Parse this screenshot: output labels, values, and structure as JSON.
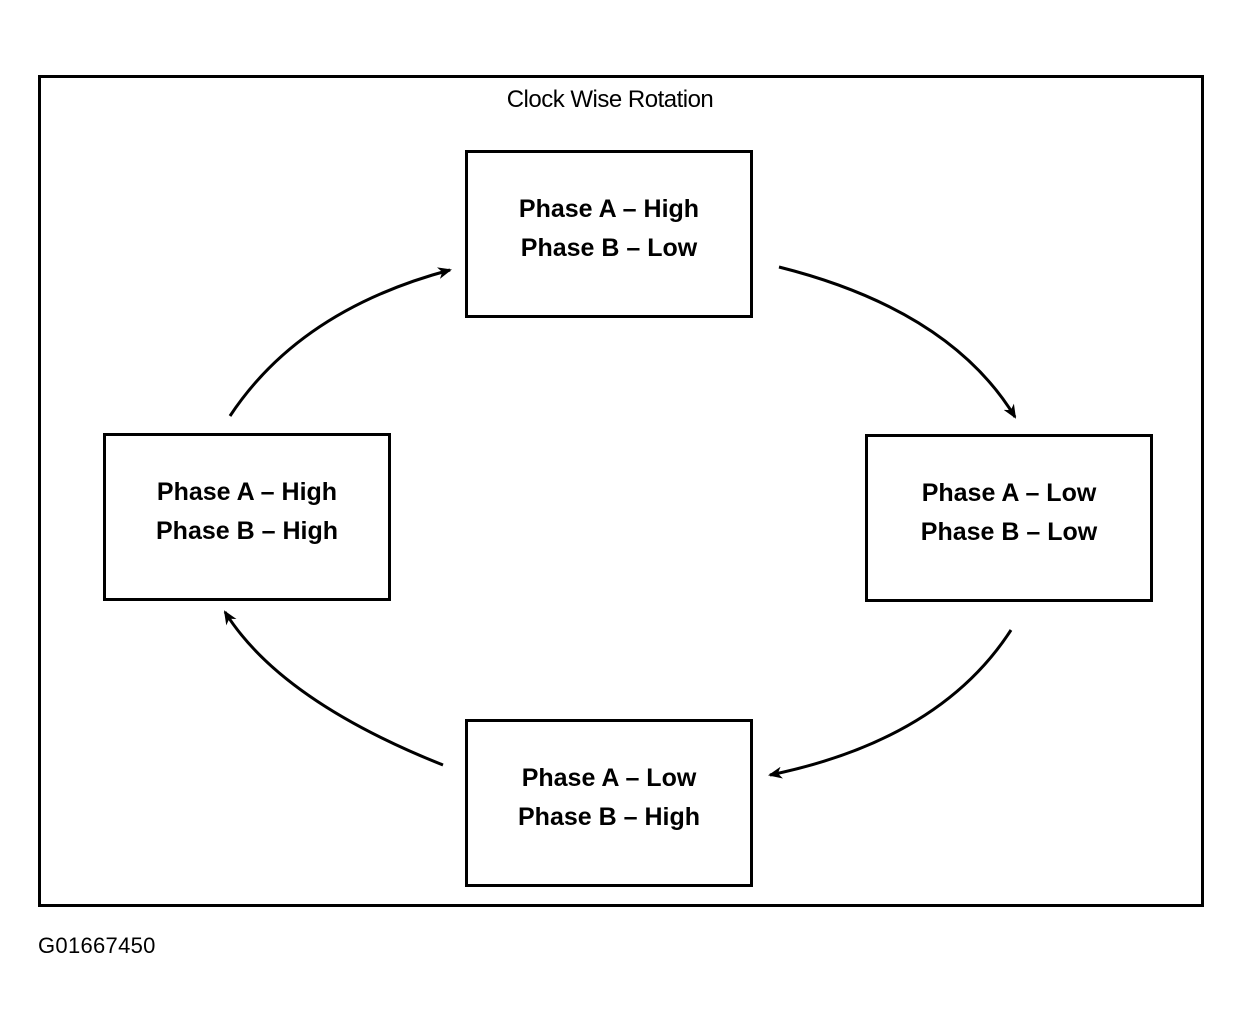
{
  "diagram": {
    "title": "Clock Wise Rotation",
    "states": {
      "top": {
        "line1": "Phase A – High",
        "line2": "Phase B – Low"
      },
      "right": {
        "line1": "Phase A – Low",
        "line2": "Phase B – Low"
      },
      "bottom": {
        "line1": "Phase A – Low",
        "line2": "Phase B – High"
      },
      "left": {
        "line1": "Phase A – High",
        "line2": "Phase B – High"
      }
    },
    "figure_id": "G01667450"
  }
}
